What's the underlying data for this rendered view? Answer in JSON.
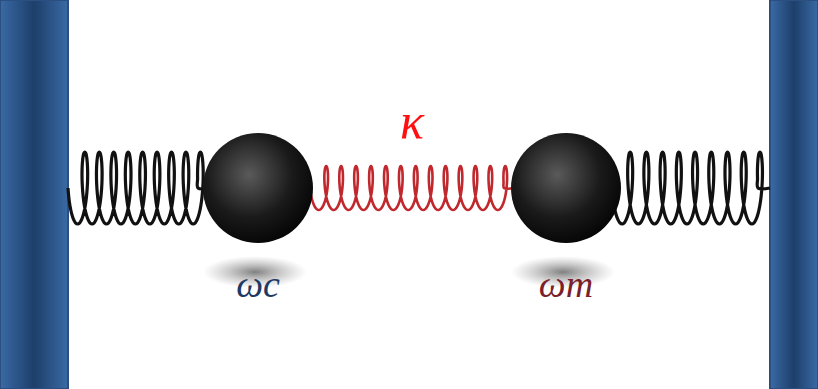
{
  "diagram": {
    "nodes": [
      {
        "text": [
          "ωc"
        ]
      },
      {
        "text": [
          "ωm"
        ]
      }
    ],
    "edges": [
      {
        "from": 0,
        "to": 1,
        "arrow": "none",
        "label": "κ"
      }
    ]
  }
}
